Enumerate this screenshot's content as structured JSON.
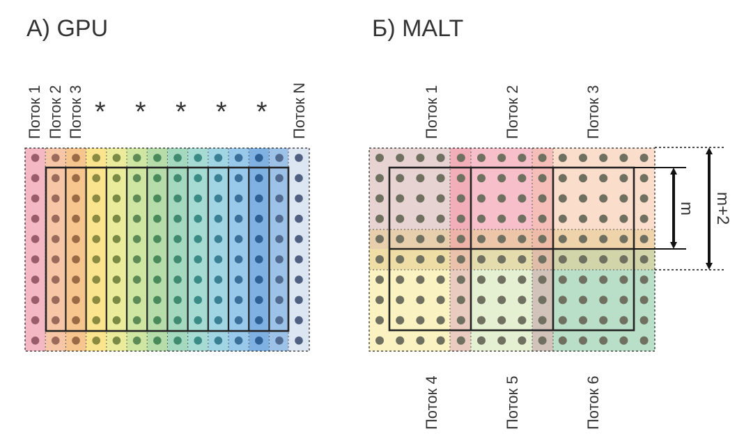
{
  "panel_a": {
    "title": "А) GPU",
    "thread_labels": [
      "Поток 1",
      "Поток 2",
      "Поток 3"
    ],
    "ellipsis_marks": [
      "*",
      "*",
      "*",
      "*",
      "*"
    ],
    "last_thread_label": "Поток N",
    "column_colors": [
      "#f4b8c4",
      "#f6c6a6",
      "#f7c68f",
      "#fae48d",
      "#eaeb9b",
      "#cfe6a3",
      "#b5dca9",
      "#a5d9bf",
      "#a6dbd3",
      "#a1d5e3",
      "#99c9ea",
      "#7fb2e2",
      "#9dc2e8",
      "#dce5f2"
    ],
    "dot_colors": [
      "#9a5b6a",
      "#9b6a5a",
      "#9a6a45",
      "#8a8a40",
      "#7a8a45",
      "#5e8a55",
      "#4a8a5a",
      "#408a70",
      "#3a8a85",
      "#3a7f92",
      "#3a6f9a",
      "#2e5f95",
      "#506a90"
    ]
  },
  "panel_b": {
    "title": "Б) MALT",
    "top_thread_labels": [
      "Поток 1",
      "Поток 2",
      "Поток 3"
    ],
    "bottom_thread_labels": [
      "Поток 4",
      "Поток 5",
      "Поток 6"
    ],
    "dimension_inner": "m",
    "dimension_outer": "m+2",
    "region_colors": {
      "t1": "#e8d3d3",
      "t2": "#f6b8c4",
      "t3": "#fbd9c6",
      "t4": "#faf2c0",
      "t5": "#e5efd2",
      "t6": "#b9dfc8",
      "overlap_h": "#e6cc90",
      "overlap_v": "#f0a0a8"
    },
    "dot_color": "#6f7060"
  }
}
